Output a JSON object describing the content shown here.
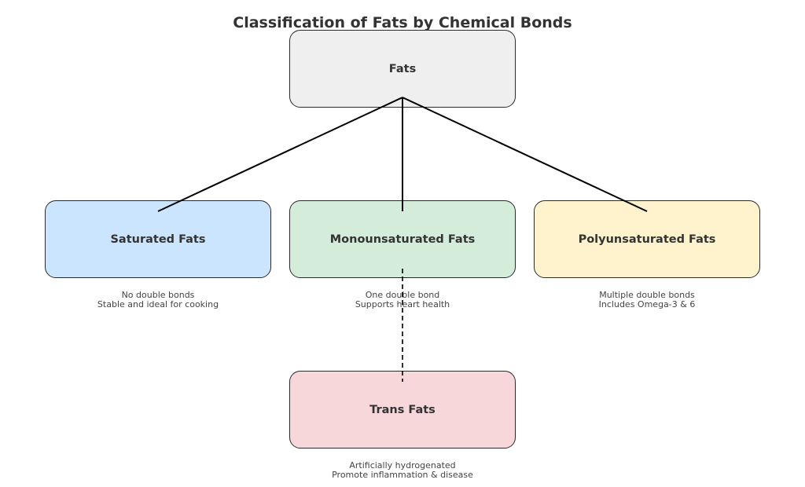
{
  "title": "Classification of Fats by Chemical Bonds",
  "nodes": {
    "fats": {
      "label": "Fats",
      "color": "#efefef"
    },
    "saturated": {
      "label": "Saturated Fats",
      "color": "#cce5ff",
      "description": [
        "No double bonds",
        "Stable and ideal for cooking"
      ]
    },
    "monounsaturated": {
      "label": "Monounsaturated Fats",
      "color": "#d4edda",
      "description": [
        "One double bond",
        "Supports heart health"
      ]
    },
    "polyunsaturated": {
      "label": "Polyunsaturated Fats",
      "color": "#fff3cd",
      "description": [
        "Multiple double bonds",
        "Includes Omega-3 & 6"
      ]
    },
    "trans": {
      "label": "Trans Fats",
      "color": "#f8d7da",
      "description": [
        "Artificially hydrogenated",
        "Promote inflammation & disease"
      ]
    }
  },
  "edges": [
    {
      "from": "fats",
      "to": "saturated",
      "style": "solid"
    },
    {
      "from": "fats",
      "to": "monounsaturated",
      "style": "solid"
    },
    {
      "from": "fats",
      "to": "polyunsaturated",
      "style": "solid"
    },
    {
      "from": "monounsaturated",
      "to": "trans",
      "style": "dashed"
    }
  ]
}
